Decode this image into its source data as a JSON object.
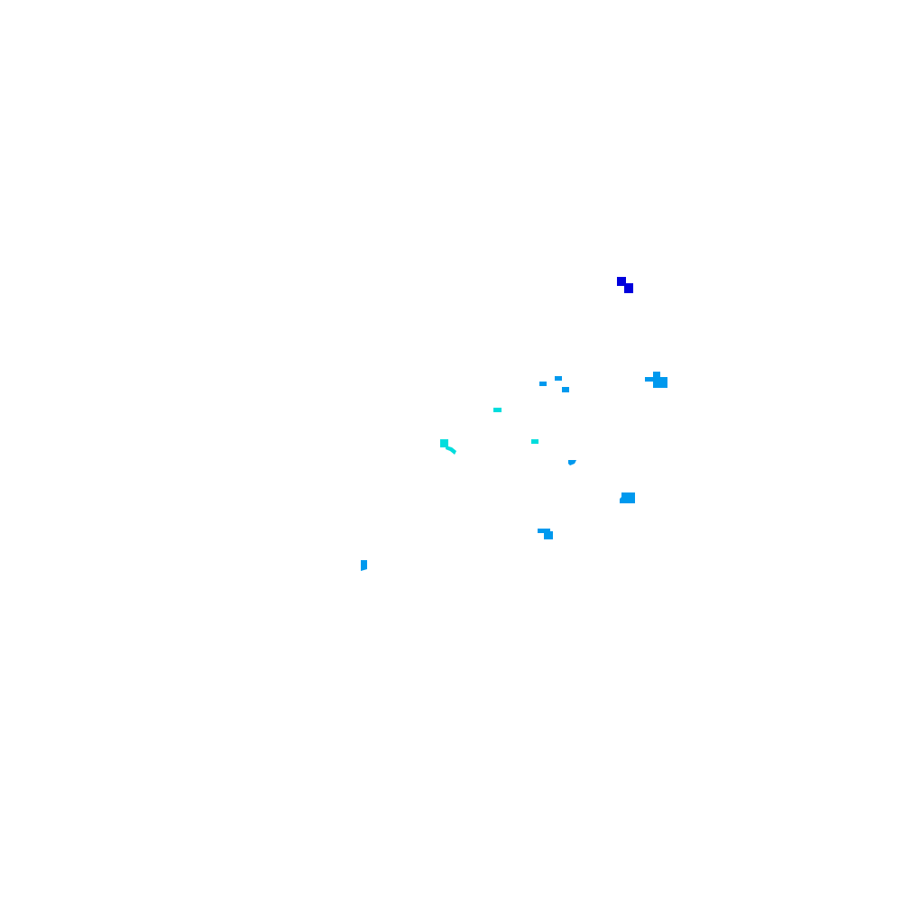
{
  "map": {
    "background": "#ffffff",
    "palette": {
      "dark_blue": "#0000dd",
      "medium_blue": "#0099ee",
      "cyan": "#00dddd"
    },
    "feature_groups": [
      {
        "id": "dark-blue-cluster",
        "color_key": "dark_blue"
      },
      {
        "id": "medium-blue-cluster-right",
        "color_key": "medium_blue"
      },
      {
        "id": "medium-blue-cluster-upper",
        "color_key": "medium_blue"
      },
      {
        "id": "cyan-features",
        "color_key": "cyan"
      },
      {
        "id": "medium-blue-features-lower",
        "color_key": "medium_blue"
      }
    ]
  }
}
